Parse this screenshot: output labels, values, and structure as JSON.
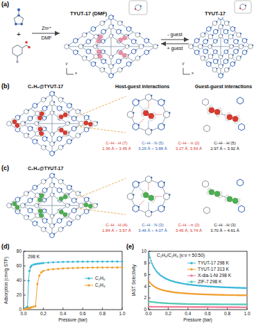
{
  "diagram": {
    "nodes": [
      {
        "text": [
          "TYUT-17 (DMF)"
        ]
      },
      {
        "text": [
          "TYUT-17"
        ]
      }
    ],
    "edges": [
      {
        "from": 0,
        "to": 1,
        "label": "- guest",
        "arrow": "to"
      },
      {
        "from": 1,
        "to": 0,
        "label": "+ guest",
        "arrow": "to"
      }
    ],
    "labels": [
      "(a)",
      "Zn²⁺",
      "DMF",
      "+",
      "y",
      "x",
      "y",
      "x",
      "(b)",
      "C₂H₆@TYUT-17",
      "Host-guest interactions",
      "Guest-guest interactions",
      "C–H···H (7)",
      "1.36 Å ~ 3.45 Å",
      "C–H···N (5)",
      "3.29 Å ~ 3.88 Å",
      "C–H···π (2)",
      "3.27 Å, 3.54 Å",
      "C–H···H (5)",
      "2.97 Å ~ 3.92 Å",
      "(c)",
      "C₂H₄@TYUT-17",
      "C–H···H (4)",
      "1.84 Å ~ 3.57 Å",
      "C–H···N (3)",
      "3.46 Å ~ 4.07 Å",
      "C–H···π (2)",
      "3.45 Å, 3.74 Å",
      "C–H···H (3)",
      "3.70 Å ~ 4.61 Å",
      "(d)",
      "298 K",
      "Adsorption (cm³/g STP)",
      "Pressure (bar)",
      "0",
      "20",
      "40",
      "60",
      "80",
      "0.0",
      "0.2",
      "0.4",
      "0.6",
      "0.8",
      "1.0",
      "(e)",
      "C₂H₆/C₂H₄ (v:v = 50:50)",
      "IAST Selectivity",
      "Pressure (bar)",
      "0",
      "2",
      "4",
      "6",
      "8",
      "10",
      "0.0",
      "0.2",
      "0.4",
      "0.6",
      "0.8",
      "1.0"
    ],
    "legend": [
      {
        "text": "C₂H₆"
      },
      {
        "text": "C₂H₄"
      },
      {
        "text": "TYUT-17 298 K"
      },
      {
        "text": "TYUT-17 313 K"
      },
      {
        "text": "X-dia-1-Ni 298 K"
      },
      {
        "text": "ZIF-7 298 K"
      }
    ]
  }
}
